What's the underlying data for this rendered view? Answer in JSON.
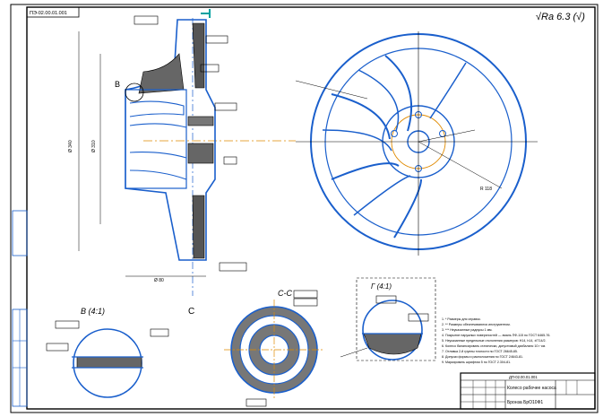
{
  "corner_label": "ПЭ-02.00.01.001",
  "roughness": "√Ra 6.3 (√)",
  "section_C": "С-С",
  "section_C_marker": "С",
  "view_B_marker": "В",
  "view_B": "В (4:1)",
  "view_G": "Г (4:1)",
  "dim_left_large": "Ø 340",
  "dim_left_mid": "Ø 310",
  "dim_bottom": "Ø 80",
  "dim_right_radius": "R 118",
  "notes": [
    "1. * Размеры для справок.",
    "2. ** Размеры обеспечиваются инструментом.",
    "3. *** Неуказанные радиусы 1 мм.",
    "4. Покрытие наружных поверхностей — эмаль ПФ-115 по ГОСТ 6465-76.",
    "5. Неуказанные предельные отклонения размеров: H14, h14, ±IT14/2.",
    "6. Колесо балансировать статически, допустимый дисбаланс 10 г·см.",
    "7. Отливка 2-й группы точности по ГОСТ 26645-85.",
    "8. Допуски формы и расположения по ГОСТ 24643-81.",
    "9. Маркировать шрифтом 5 по ГОСТ 2.304-81."
  ],
  "title_block": {
    "doc_code": "ДП-02.00.01.001",
    "part_name": "Колесо рабочее насоса",
    "material": "Бронза БрО10Ф1"
  }
}
